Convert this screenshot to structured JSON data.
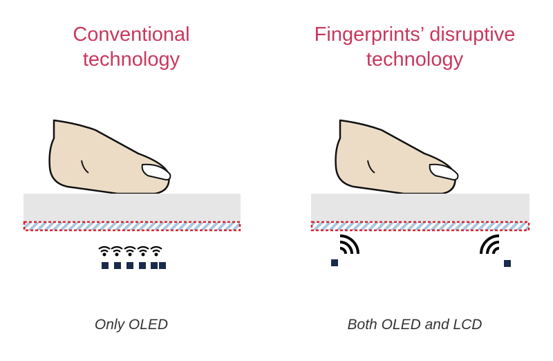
{
  "colors": {
    "title": "#c8385e",
    "caption": "#333333",
    "finger_fill": "#ecdcc6",
    "nail_fill": "#ffffff",
    "glass_fill": "#e6e6e6",
    "layer_stripe": "#a9c6e1",
    "layer_border": "#d8202a",
    "sensor": "#1a2a4a",
    "wave": "#000000"
  },
  "left_panel": {
    "title_lines": [
      "Conventional",
      "technology"
    ],
    "caption": "Only OLED",
    "sensor_icons": [
      "wifi-wave-icon",
      "square-sensor-icon"
    ]
  },
  "right_panel": {
    "title_lines": [
      "Fingerprints’ disruptive",
      "technology"
    ],
    "caption": "Both OLED and LCD",
    "sensor_icons": [
      "angled-wave-icon",
      "square-sensor-icon"
    ]
  }
}
